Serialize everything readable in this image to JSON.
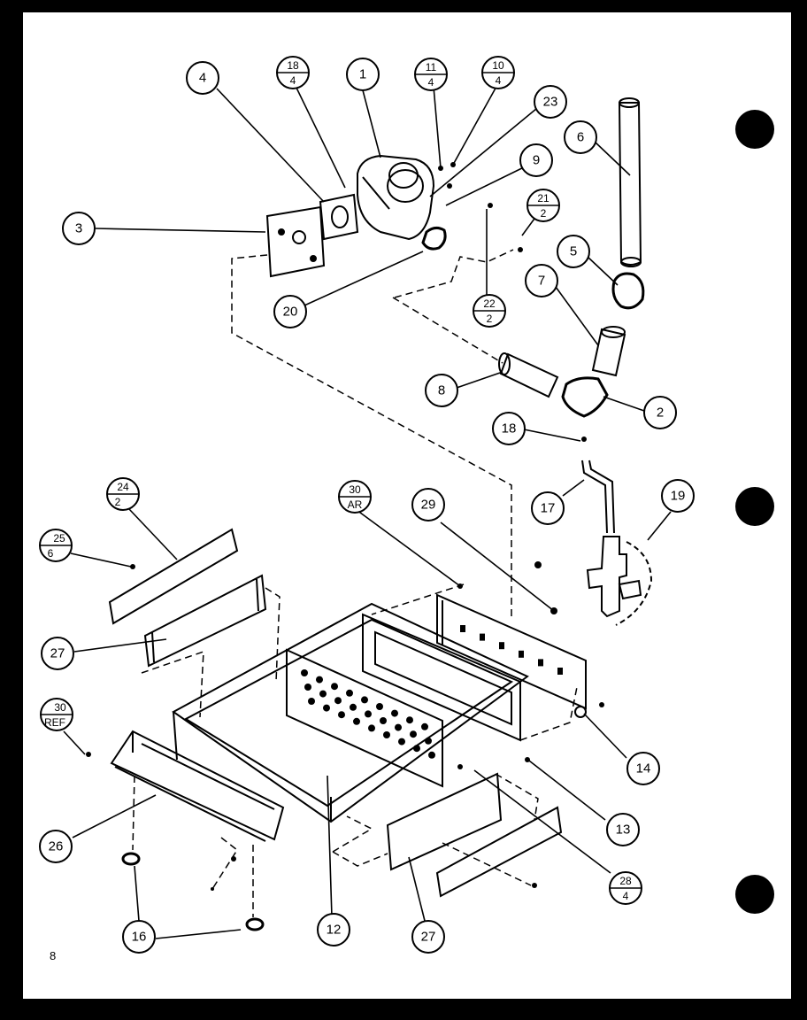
{
  "page_number": "8",
  "colors": {
    "ink": "#000000",
    "paper": "#ffffff"
  },
  "callouts": [
    {
      "id": "c1",
      "label": "1"
    },
    {
      "id": "c2",
      "label": "2"
    },
    {
      "id": "c3",
      "label": "3"
    },
    {
      "id": "c4",
      "label": "4"
    },
    {
      "id": "c5",
      "label": "5"
    },
    {
      "id": "c6",
      "label": "6"
    },
    {
      "id": "c7",
      "label": "7"
    },
    {
      "id": "c8",
      "label": "8"
    },
    {
      "id": "c9",
      "label": "9"
    },
    {
      "id": "c12",
      "label": "12"
    },
    {
      "id": "c13",
      "label": "13"
    },
    {
      "id": "c14",
      "label": "14"
    },
    {
      "id": "c16",
      "label": "16"
    },
    {
      "id": "c17",
      "label": "17"
    },
    {
      "id": "c18",
      "label": "18"
    },
    {
      "id": "c19",
      "label": "19"
    },
    {
      "id": "c20",
      "label": "20"
    },
    {
      "id": "c23",
      "label": "23"
    },
    {
      "id": "c26",
      "label": "26"
    },
    {
      "id": "c27a",
      "label": "27"
    },
    {
      "id": "c27b",
      "label": "27"
    },
    {
      "id": "c29",
      "label": "29"
    }
  ],
  "fraction_callouts": [
    {
      "id": "f18_4",
      "top": "18",
      "bottom": "4"
    },
    {
      "id": "f11_4",
      "top": "11",
      "bottom": "4"
    },
    {
      "id": "f10_4",
      "top": "10",
      "bottom": "4"
    },
    {
      "id": "f21_2",
      "top": "21",
      "bottom": "2"
    },
    {
      "id": "f22_2",
      "top": "22",
      "bottom": "2"
    },
    {
      "id": "f24_2",
      "top": "24",
      "bottom": "2"
    },
    {
      "id": "f25_6",
      "top": "25",
      "bottom": "6"
    },
    {
      "id": "f30_ar",
      "top": "30",
      "bottom": "AR"
    },
    {
      "id": "f30_ref",
      "top": "30",
      "bottom": "REF"
    },
    {
      "id": "f28_4",
      "top": "28",
      "bottom": "4"
    }
  ]
}
